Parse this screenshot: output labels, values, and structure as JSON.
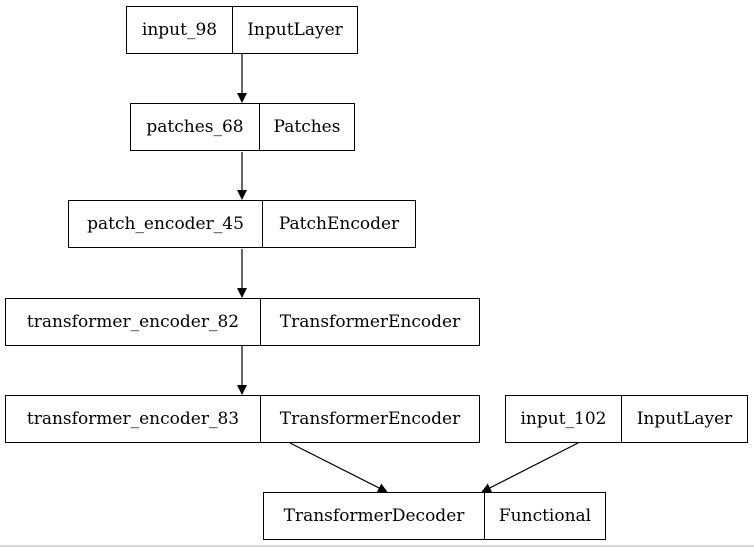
{
  "nodes": [
    {
      "name": "input_98",
      "type": "InputLayer"
    },
    {
      "name": "patches_68",
      "type": "Patches"
    },
    {
      "name": "patch_encoder_45",
      "type": "PatchEncoder"
    },
    {
      "name": "transformer_encoder_82",
      "type": "TransformerEncoder"
    },
    {
      "name": "transformer_encoder_83",
      "type": "TransformerEncoder"
    },
    {
      "name": "input_102",
      "type": "InputLayer"
    },
    {
      "name": "TransformerDecoder",
      "type": "Functional"
    }
  ],
  "edges": [
    {
      "from": "input_98",
      "to": "patches_68"
    },
    {
      "from": "patches_68",
      "to": "patch_encoder_45"
    },
    {
      "from": "patch_encoder_45",
      "to": "transformer_encoder_82"
    },
    {
      "from": "transformer_encoder_82",
      "to": "transformer_encoder_83"
    },
    {
      "from": "transformer_encoder_83",
      "to": "TransformerDecoder"
    },
    {
      "from": "input_102",
      "to": "TransformerDecoder"
    }
  ]
}
